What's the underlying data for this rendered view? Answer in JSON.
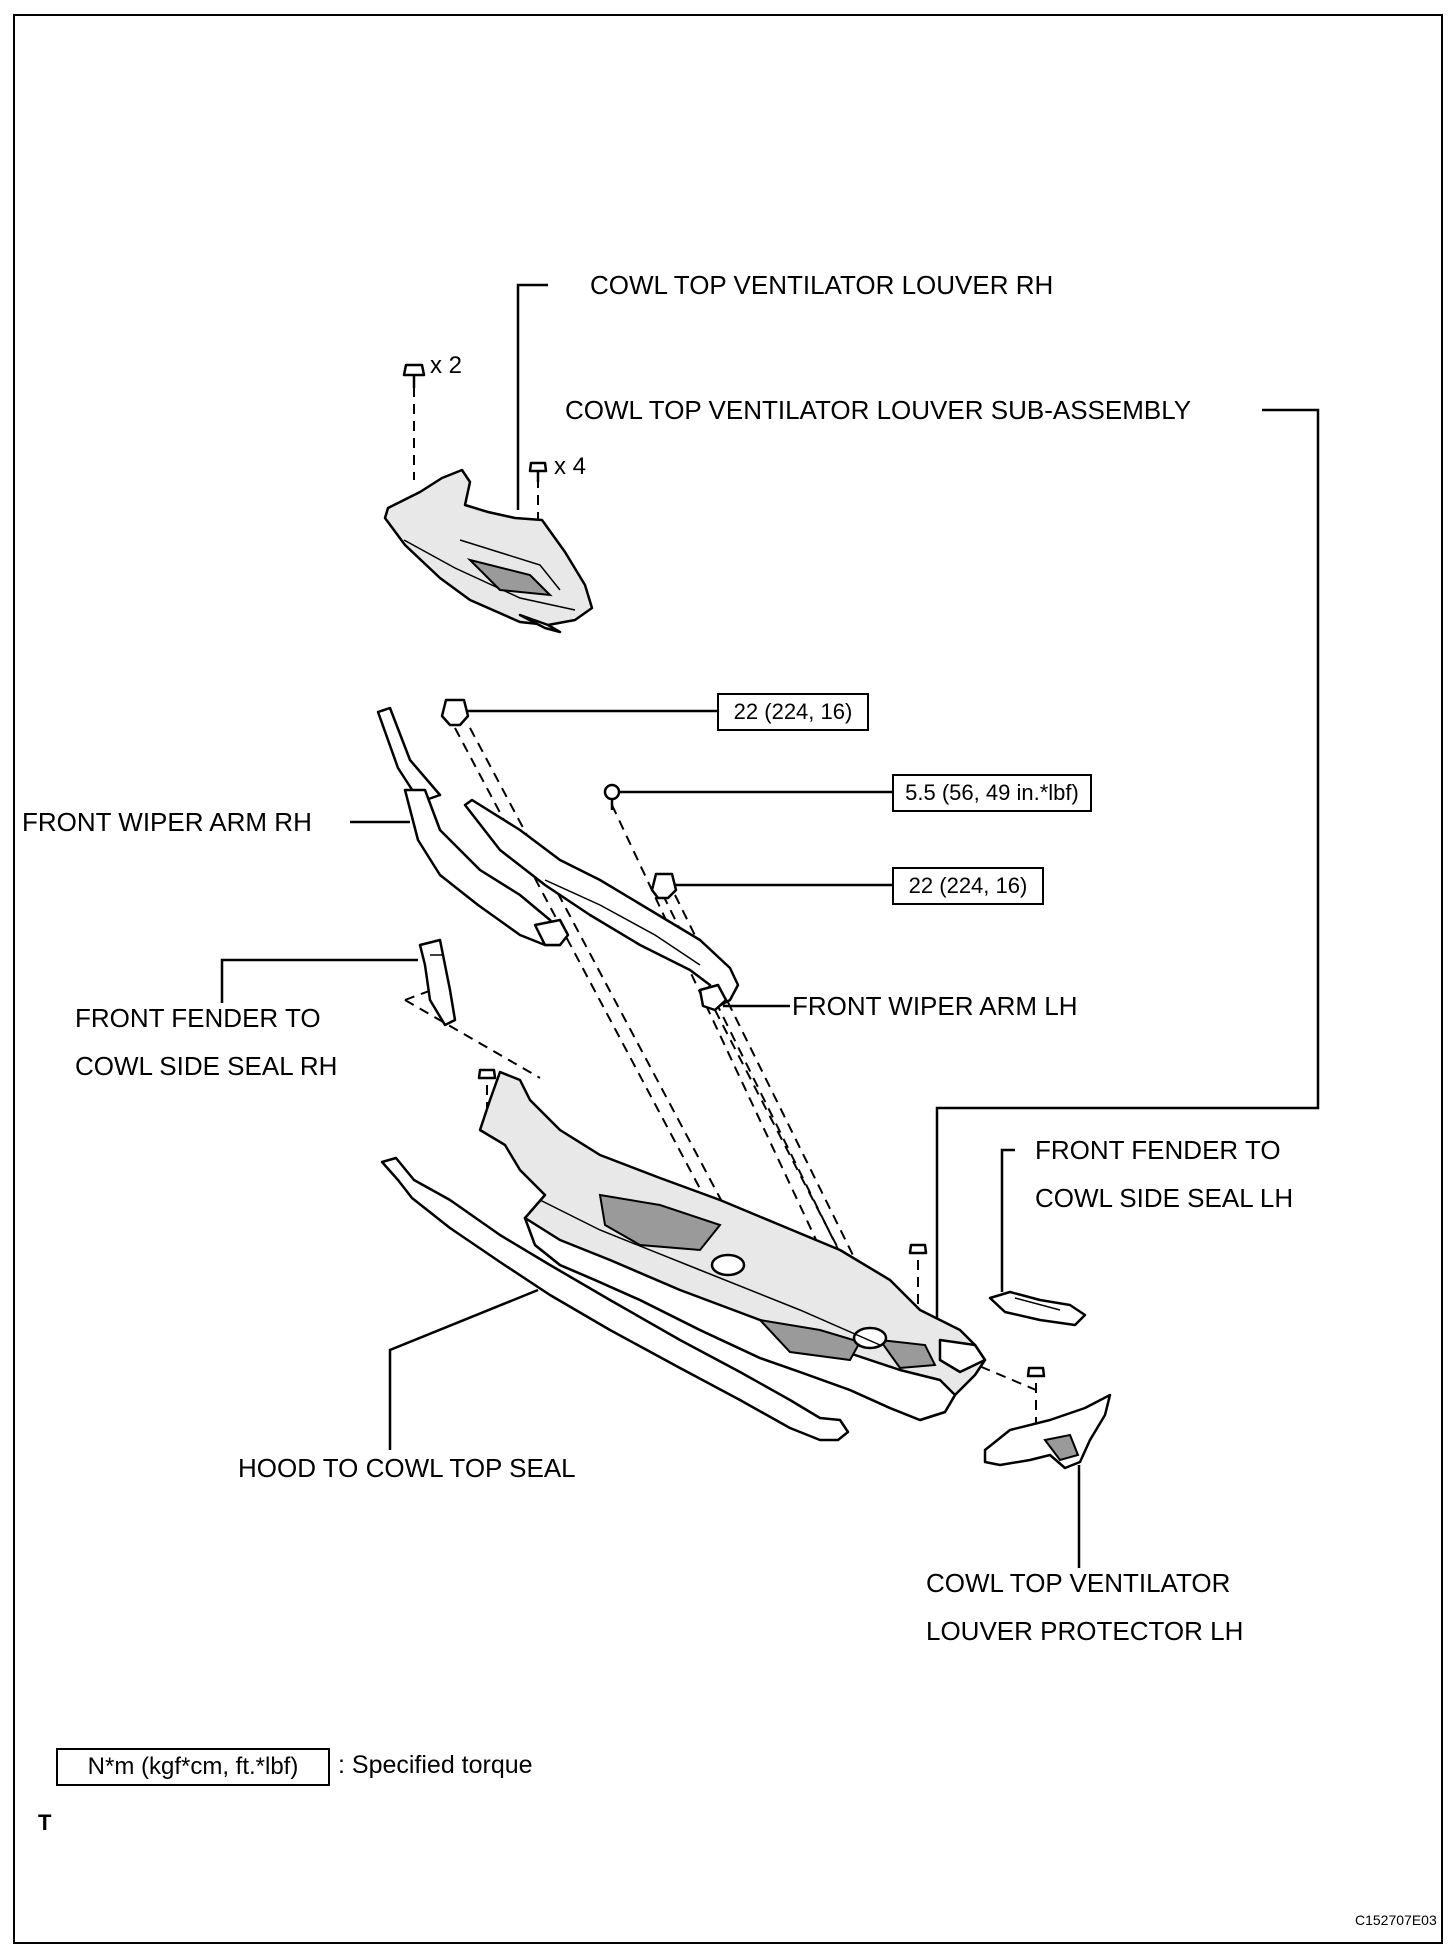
{
  "labels": {
    "cowl_louver_rh": "COWL TOP VENTILATOR LOUVER RH",
    "cowl_louver_subassy": "COWL TOP VENTILATOR LOUVER SUB-ASSEMBLY",
    "front_wiper_arm_rh": "FRONT WIPER ARM RH",
    "front_wiper_arm_lh": "FRONT WIPER ARM LH",
    "fender_seal_rh_line1": "FRONT FENDER TO",
    "fender_seal_rh_line2": "COWL SIDE SEAL RH",
    "fender_seal_lh_line1": "FRONT FENDER TO",
    "fender_seal_lh_line2": "COWL SIDE SEAL LH",
    "hood_seal": "HOOD TO COWL TOP SEAL",
    "protector_lh_line1": "COWL TOP VENTILATOR",
    "protector_lh_line2": "LOUVER PROTECTOR LH"
  },
  "quantities": {
    "clip_top": "x 2",
    "clip_louver": "x 4"
  },
  "torques": {
    "wiper_rh_nut": "22 (224, 16)",
    "bolt": "5.5 (56, 49 in.*lbf)",
    "wiper_lh_nut": "22 (224, 16)"
  },
  "legend": {
    "box": "N*m (kgf*cm, ft.*lbf)",
    "text": ": Specified torque"
  },
  "corner_mark": "T",
  "figure_code": "C152707E03"
}
